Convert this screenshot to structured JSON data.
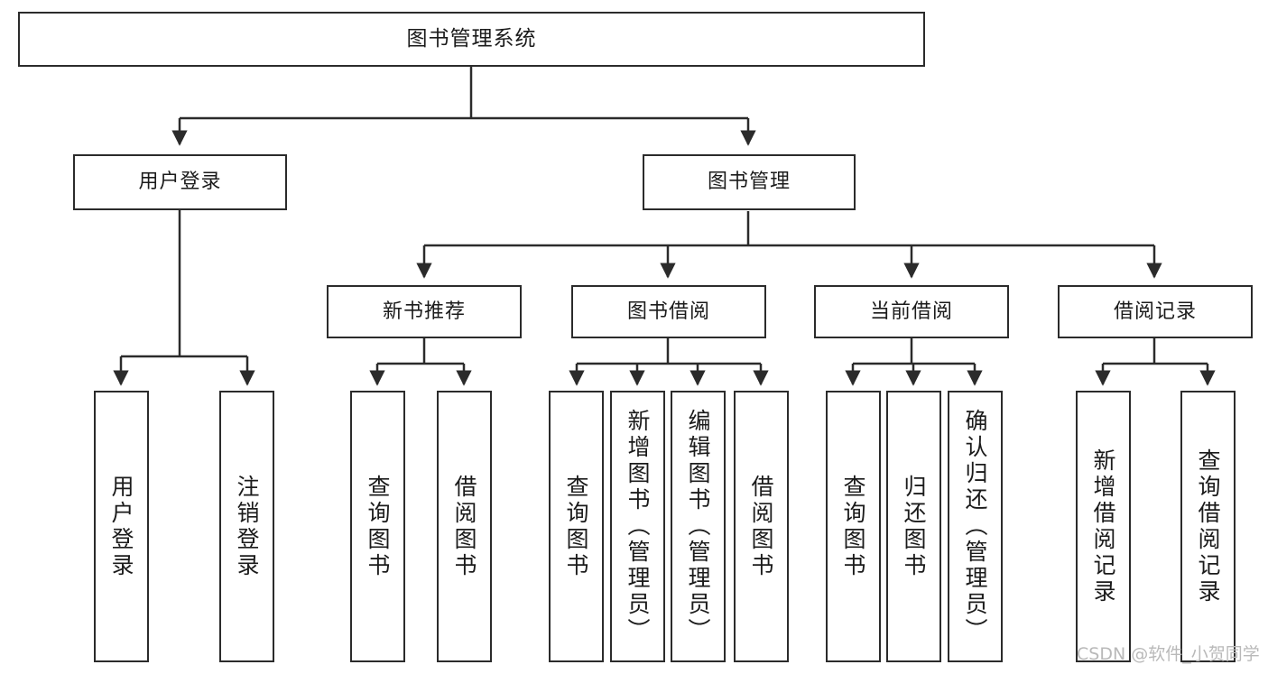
{
  "diagram": {
    "type": "tree-hierarchy",
    "title": "图书管理系统",
    "watermark": "CSDN @软件_小贺同学",
    "colors": {
      "border": "#2b2b2b",
      "fill": "#ffffff",
      "text": "#1b1b1b",
      "edge": "#2b2b2b",
      "watermark": "#b9b9b9"
    },
    "nodes": {
      "root": {
        "label": "图书管理系统"
      },
      "level2": [
        {
          "label": "用户登录"
        },
        {
          "label": "图书管理"
        }
      ],
      "level3": [
        {
          "label": "新书推荐"
        },
        {
          "label": "图书借阅"
        },
        {
          "label": "当前借阅"
        },
        {
          "label": "借阅记录"
        }
      ],
      "leaves": {
        "user_login": [
          {
            "label": "用户登录"
          },
          {
            "label": "注销登录"
          }
        ],
        "new_book_recommend": [
          {
            "label": "查询图书"
          },
          {
            "label": "借阅图书"
          }
        ],
        "book_borrow": [
          {
            "label": "查询图书"
          },
          {
            "label": "新增图书（管理员）"
          },
          {
            "label": "编辑图书（管理员）"
          },
          {
            "label": "借阅图书"
          }
        ],
        "current_borrow": [
          {
            "label": "查询图书"
          },
          {
            "label": "归还图书"
          },
          {
            "label": "确认归还（管理员）"
          }
        ],
        "borrow_record": [
          {
            "label": "新增借阅记录"
          },
          {
            "label": "查询借阅记录"
          }
        ]
      }
    }
  }
}
